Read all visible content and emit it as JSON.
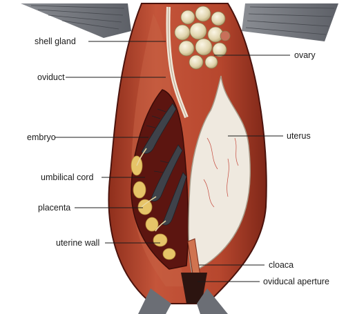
{
  "diagram": {
    "labels": {
      "shell_gland": "shell gland",
      "oviduct": "oviduct",
      "embryo": "embryo",
      "umbilical_cord": "umbilical cord",
      "placenta": "placenta",
      "uterine_wall": "uterine wall",
      "ovary": "ovary",
      "uterus": "uterus",
      "cloaca": "cloaca",
      "oviducal_aperture": "oviducal aperture"
    },
    "colors": {
      "body_wall": "#b8492c",
      "cavity": "#5a140f",
      "uterus": "#f0ebe2",
      "fin": "#6e7178",
      "egg": "#e8dfc0",
      "embryo": "#3f434b",
      "placenta": "#e7c56a"
    }
  }
}
